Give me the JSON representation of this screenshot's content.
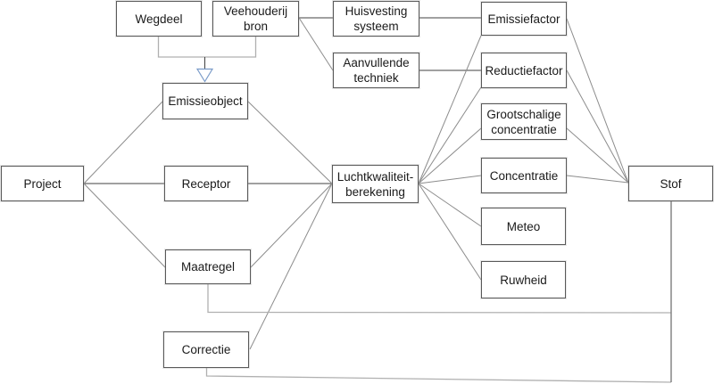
{
  "title": "Luchtkwaliteit datamodel diagram",
  "nodes": {
    "wegdeel": {
      "label": "Wegdeel"
    },
    "veehouderij_bron": {
      "label": "Veehouderij\nbron"
    },
    "huisvesting_systeem": {
      "label": "Huisvesting\nsysteem"
    },
    "aanvullende_techniek": {
      "label": "Aanvullende\ntechniek"
    },
    "emissiefactor": {
      "label": "Emissiefactor"
    },
    "reductiefactor": {
      "label": "Reductiefactor"
    },
    "grootschalige_concentratie": {
      "label": "Grootschalige\nconcentratie"
    },
    "emissieobject": {
      "label": "Emissieobject"
    },
    "project": {
      "label": "Project"
    },
    "receptor": {
      "label": "Receptor"
    },
    "luchtkwaliteitberekening": {
      "label": "Luchtkwaliteit-\nberekening"
    },
    "concentratie": {
      "label": "Concentratie"
    },
    "stof": {
      "label": "Stof"
    },
    "meteo": {
      "label": "Meteo"
    },
    "ruwheid": {
      "label": "Ruwheid"
    },
    "maatregel": {
      "label": "Maatregel"
    },
    "correctie": {
      "label": "Correctie"
    }
  },
  "edges": [
    {
      "from": "wegdeel",
      "to": "emissieobject",
      "type": "generalization"
    },
    {
      "from": "veehouderij_bron",
      "to": "emissieobject",
      "type": "generalization"
    },
    {
      "from": "veehouderij_bron",
      "to": "huisvesting_systeem",
      "type": "association"
    },
    {
      "from": "veehouderij_bron",
      "to": "aanvullende_techniek",
      "type": "association"
    },
    {
      "from": "huisvesting_systeem",
      "to": "emissiefactor",
      "type": "association"
    },
    {
      "from": "aanvullende_techniek",
      "to": "reductiefactor",
      "type": "association"
    },
    {
      "from": "project",
      "to": "emissieobject",
      "type": "association"
    },
    {
      "from": "project",
      "to": "receptor",
      "type": "association"
    },
    {
      "from": "project",
      "to": "maatregel",
      "type": "association"
    },
    {
      "from": "emissieobject",
      "to": "luchtkwaliteitberekening",
      "type": "association"
    },
    {
      "from": "receptor",
      "to": "luchtkwaliteitberekening",
      "type": "association"
    },
    {
      "from": "maatregel",
      "to": "luchtkwaliteitberekening",
      "type": "association"
    },
    {
      "from": "correctie",
      "to": "luchtkwaliteitberekening",
      "type": "association"
    },
    {
      "from": "luchtkwaliteitberekening",
      "to": "emissiefactor",
      "type": "association"
    },
    {
      "from": "luchtkwaliteitberekening",
      "to": "reductiefactor",
      "type": "association"
    },
    {
      "from": "luchtkwaliteitberekening",
      "to": "grootschalige_concentratie",
      "type": "association"
    },
    {
      "from": "luchtkwaliteitberekening",
      "to": "concentratie",
      "type": "association"
    },
    {
      "from": "luchtkwaliteitberekening",
      "to": "meteo",
      "type": "association"
    },
    {
      "from": "luchtkwaliteitberekening",
      "to": "ruwheid",
      "type": "association"
    },
    {
      "from": "emissiefactor",
      "to": "stof",
      "type": "association"
    },
    {
      "from": "reductiefactor",
      "to": "stof",
      "type": "association"
    },
    {
      "from": "grootschalige_concentratie",
      "to": "stof",
      "type": "association"
    },
    {
      "from": "concentratie",
      "to": "stof",
      "type": "association"
    },
    {
      "from": "maatregel",
      "to": "stof",
      "type": "elbow-connector"
    },
    {
      "from": "correctie",
      "to": "stof",
      "type": "elbow-connector"
    }
  ],
  "colors": {
    "box_border": "#595959",
    "box_fill": "#ffffff",
    "text": "#1a1a1a",
    "line_dark": "#404040",
    "line_mid": "#8c8c8c",
    "line_light": "#b0b0b0",
    "triangle_stroke": "#7b9cc9"
  }
}
